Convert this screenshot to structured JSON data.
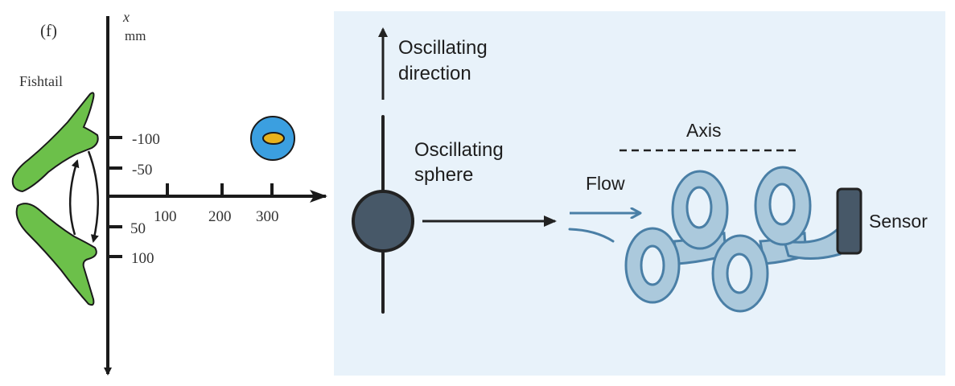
{
  "left_panel": {
    "panel_label": "(f)",
    "axis_var": "x",
    "axis_unit": "mm",
    "fishtail_label": "Fishtail",
    "y_ticks": [
      "-100",
      "-50",
      "50",
      "100"
    ],
    "x_ticks": [
      "100",
      "200",
      "300"
    ],
    "colors": {
      "fishtail": "#6cc04a",
      "sphere_outer": "#3b9fe0",
      "sphere_inner": "#e8b21c",
      "axis": "#1a1a1a"
    }
  },
  "right_panel": {
    "oscillating_direction": [
      "Oscillating",
      "direction"
    ],
    "oscillating_sphere": [
      "Oscillating",
      "sphere"
    ],
    "flow_label": "Flow",
    "axis_label": "Axis",
    "sensor_label": "Sensor",
    "colors": {
      "background": "#e8f2fa",
      "sphere": "#475868",
      "coil_fill": "#abc9dc",
      "coil_stroke": "#4a7fa6",
      "flow": "#4a7fa6",
      "sensor": "#475868"
    }
  }
}
